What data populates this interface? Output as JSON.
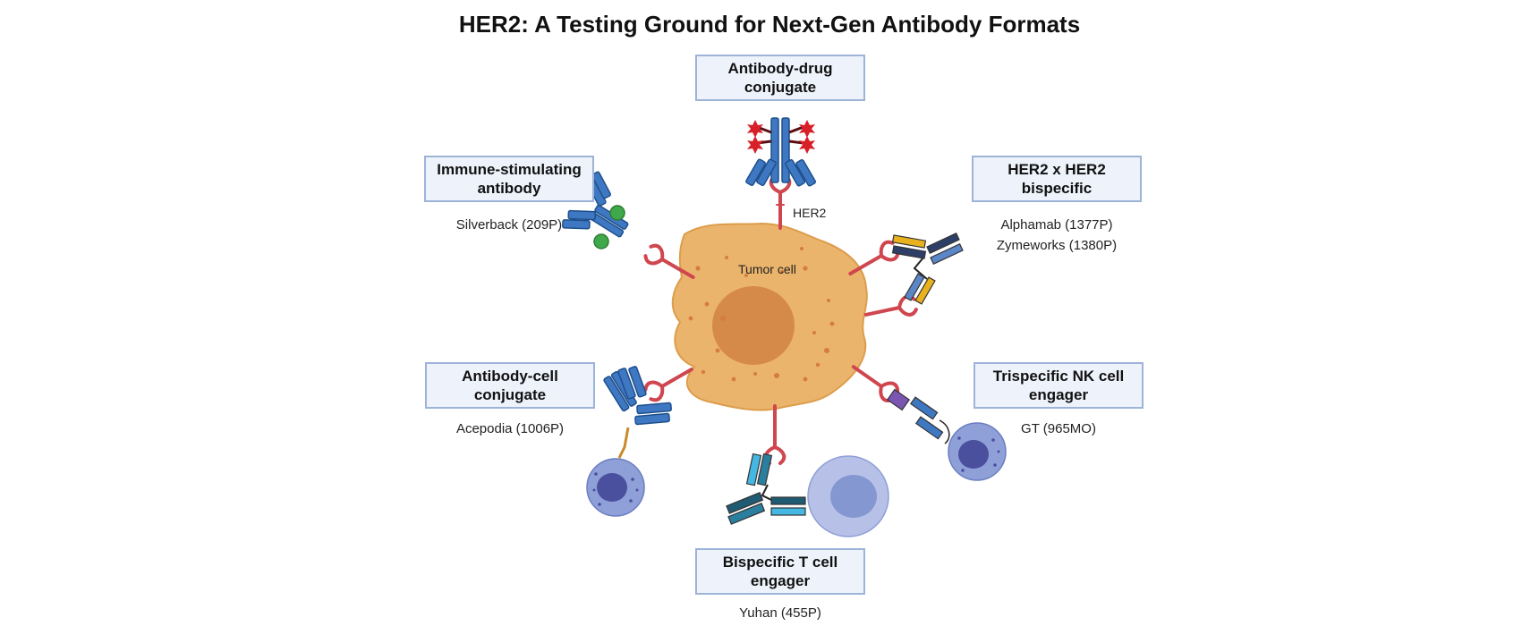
{
  "title": "HER2: A Testing Ground for Next-Gen Antibody Formats",
  "center": {
    "cell_label": "Tumor cell",
    "receptor_label": "HER2"
  },
  "formats": {
    "adc": {
      "label": "Antibody-drug\nconjugate",
      "examples": []
    },
    "immune": {
      "label": "Immune-stimulating\nantibody",
      "examples": [
        "Silverback (209P)"
      ]
    },
    "biparatopic": {
      "label": "HER2 x HER2\nbispecific",
      "examples": [
        "Alphamab (1377P)",
        "Zymeworks (1380P)"
      ]
    },
    "acc": {
      "label": "Antibody-cell\nconjugate",
      "examples": [
        "Acepodia (1006P)"
      ]
    },
    "nk": {
      "label": "Trispecific NK cell\nengager",
      "examples": [
        "GT (965MO)"
      ]
    },
    "tce": {
      "label": "Bispecific T cell\nengager",
      "examples": [
        "Yuhan (455P)"
      ]
    }
  },
  "colors": {
    "tumor_cell": "#ebb46c",
    "nucleus": "#d68a4a",
    "receptor": "#d0464e",
    "antibody": "#3f78c2",
    "drug": "#d82028",
    "box_fill": "#eef3fb",
    "box_border": "#9db3d8",
    "immune_cell": "#7f90cf"
  }
}
